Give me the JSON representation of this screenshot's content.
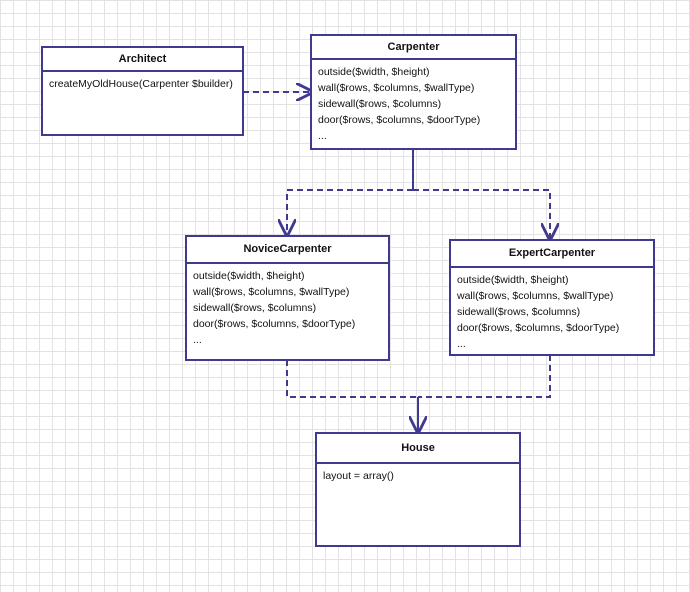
{
  "classes": {
    "architect": {
      "name": "Architect",
      "members": [
        "createMyOldHouse(Carpenter $builder)"
      ]
    },
    "carpenter": {
      "name": "Carpenter",
      "members": [
        "outside($width, $height)",
        "wall($rows, $columns, $wallType)",
        "sidewall($rows, $columns)",
        "door($rows, $columns, $doorType)",
        "..."
      ]
    },
    "novice": {
      "name": "NoviceCarpenter",
      "members": [
        "outside($width, $height)",
        "wall($rows, $columns, $wallType)",
        "sidewall($rows, $columns)",
        "door($rows, $columns, $doorType)",
        "..."
      ]
    },
    "expert": {
      "name": "ExpertCarpenter",
      "members": [
        "outside($width, $height)",
        "wall($rows, $columns, $wallType)",
        "sidewall($rows, $columns)",
        "door($rows, $columns, $doorType)",
        "..."
      ]
    },
    "house": {
      "name": "House",
      "members": [
        "layout = array()"
      ]
    }
  },
  "colors": {
    "border": "#3f3a8f",
    "grid": "#e3e3e3"
  }
}
